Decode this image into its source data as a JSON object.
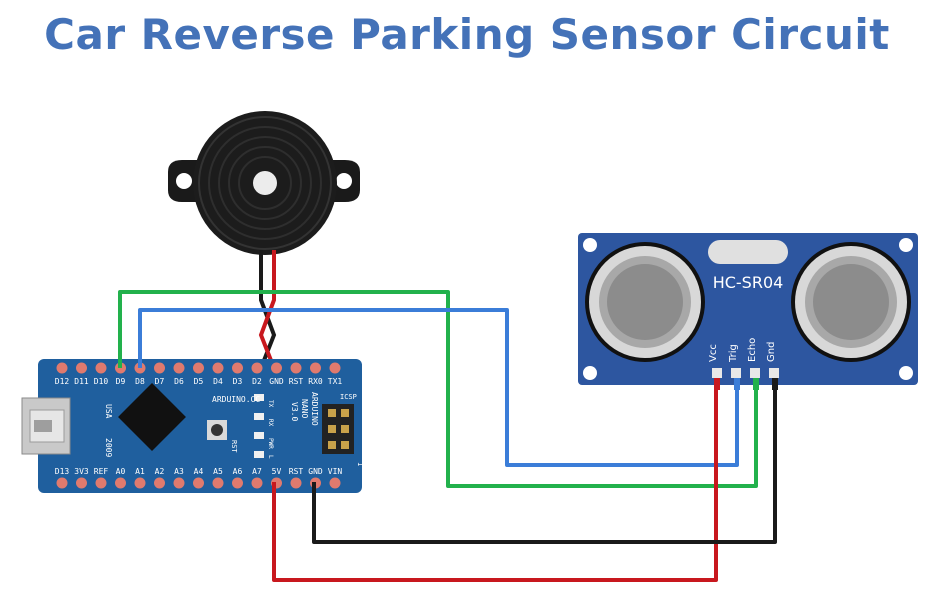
{
  "title": "Car Reverse Parking Sensor Circuit",
  "colors": {
    "title": "#4472b8",
    "board": "#1f5f9e",
    "sensor": "#2d56a0",
    "wire_green": "#22b14c",
    "wire_blue": "#3b7dd8",
    "wire_red": "#c8181e",
    "wire_black": "#1a1a1a"
  },
  "arduino": {
    "top_pins": [
      "D12",
      "D11",
      "D10",
      "D9",
      "D8",
      "D7",
      "D6",
      "D5",
      "D4",
      "D3",
      "D2",
      "GND",
      "RST",
      "RX0",
      "TX1"
    ],
    "bottom_pins": [
      "D13",
      "3V3",
      "REF",
      "A0",
      "A1",
      "A2",
      "A3",
      "A4",
      "A5",
      "A6",
      "A7",
      "5V",
      "RST",
      "GND",
      "VIN"
    ],
    "brand": "ARDUINO.CC",
    "model_lines": [
      "ARDUINO",
      "NANO",
      "V3.0"
    ],
    "usa": "USA",
    "year": "2009",
    "rst": "RST",
    "icsp": "ICSP",
    "led_labels": [
      "TX",
      "RX",
      "PWR",
      "L"
    ],
    "one": "1"
  },
  "sensor": {
    "model": "HC-SR04",
    "pins": [
      "Vcc",
      "Trig",
      "Echo",
      "Gnd"
    ]
  },
  "buzzer": {
    "icon": "piezo-buzzer-icon"
  },
  "connections": [
    {
      "from": "D9",
      "to": "Echo",
      "color": "green"
    },
    {
      "from": "D8",
      "to": "Trig",
      "color": "blue"
    },
    {
      "from": "D2",
      "to": "Buzzer +",
      "color": "red"
    },
    {
      "from": "GND",
      "to": "Buzzer -",
      "color": "black"
    },
    {
      "from": "5V",
      "to": "Vcc",
      "color": "red"
    },
    {
      "from": "GND",
      "to": "Gnd",
      "color": "black"
    }
  ]
}
